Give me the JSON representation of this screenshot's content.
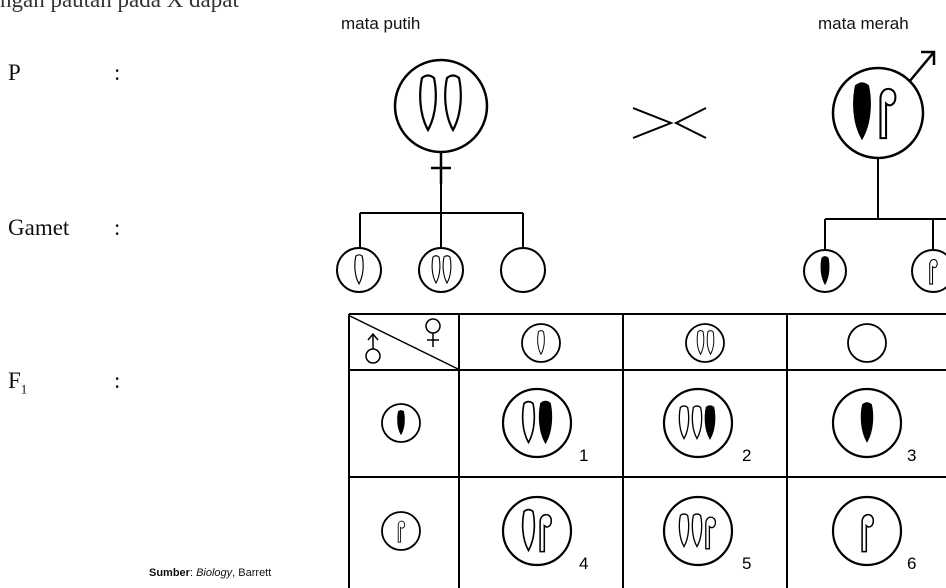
{
  "top_cut_text": "ngan pautan pada X dapat",
  "labels": {
    "white_eye": "mata putih",
    "red_eye": "mata merah"
  },
  "rows": {
    "p": "P",
    "gamet": "Gamet",
    "f1_letter": "F",
    "f1_sub": "1",
    "colon": ":"
  },
  "cross_symbol": "><",
  "offspring_numbers": [
    "1",
    "2",
    "3",
    "4",
    "5",
    "6"
  ],
  "source": {
    "label": "Sumber",
    "sep": ": ",
    "title": "Biology",
    "author": ", Barrett"
  }
}
